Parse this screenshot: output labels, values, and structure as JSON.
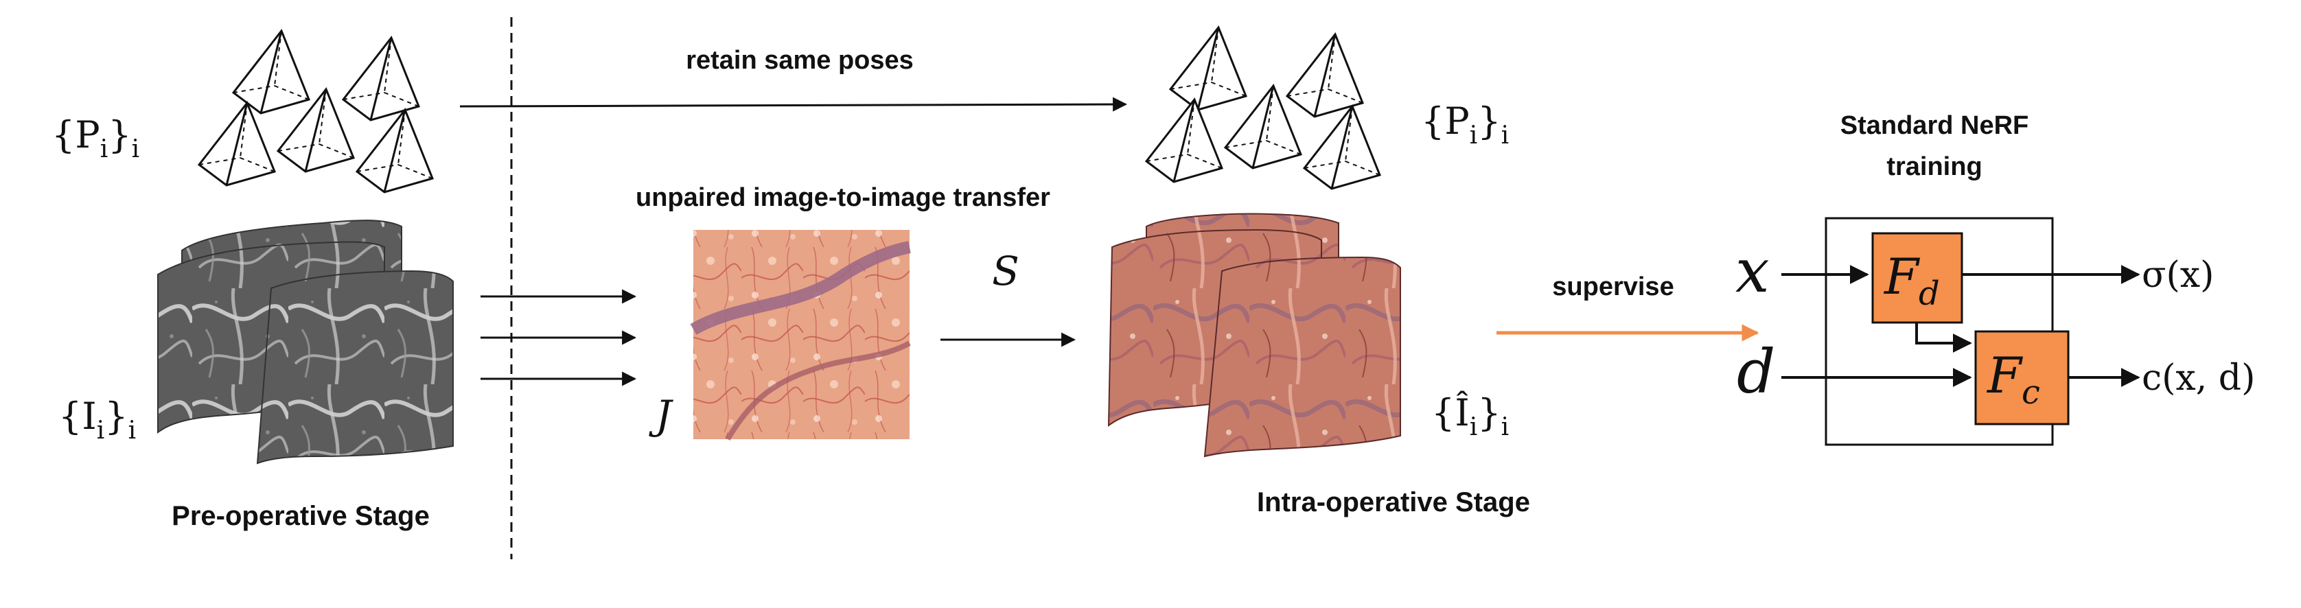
{
  "labels": {
    "retain_poses": "retain same poses",
    "unpaired_transfer": "unpaired image-to-image transfer",
    "pre_operative": "Pre-operative Stage",
    "intra_operative": "Intra-operative Stage",
    "supervise": "supervise",
    "nerf_title_line1": "Standard NeRF",
    "nerf_title_line2": "training"
  },
  "math": {
    "poses_left": "{P",
    "poses_left_sub": "i",
    "poses_left_tail": "}",
    "poses_left_sub2": "i",
    "images_left": "{I",
    "images_left_sub": "i",
    "images_left_tail": "}",
    "images_left_sub2": "i",
    "poses_right": "{P",
    "poses_right_sub": "i",
    "poses_right_tail": "}",
    "poses_right_sub2": "i",
    "images_right": "{Î",
    "images_right_sub": "i",
    "images_right_tail": "}",
    "images_right_sub2": "i",
    "style_image": "J",
    "generator": "S",
    "input_x": "x",
    "input_d": "d",
    "fd": "F",
    "fd_sub": "d",
    "fc": "F",
    "fc_sub": "c",
    "sigma_out": "σ(x)",
    "color_out": "c(x, d)"
  },
  "colors": {
    "accent_orange": "#f5904d",
    "supervise_arrow": "#f28c4b",
    "ink": "#111111",
    "tissue_red": "#c8786a",
    "tissue_gray": "#6e6e6e"
  },
  "icons": {
    "camera_frustum": "pyramid-camera-icon"
  }
}
